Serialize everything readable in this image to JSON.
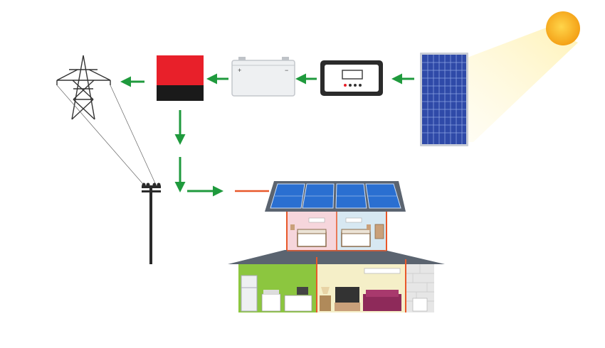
{
  "diagram": {
    "kind": "solar power system flow",
    "components": [
      {
        "id": "sun",
        "icon": "sun-icon"
      },
      {
        "id": "solar-panel",
        "icon": "solar-panel-icon"
      },
      {
        "id": "charge-controller",
        "icon": "charge-controller-icon"
      },
      {
        "id": "battery",
        "icon": "battery-icon"
      },
      {
        "id": "inverter",
        "icon": "inverter-icon"
      },
      {
        "id": "transmission-tower",
        "icon": "transmission-tower-icon"
      },
      {
        "id": "utility-pole",
        "icon": "utility-pole-icon"
      },
      {
        "id": "house",
        "icon": "house-icon"
      }
    ],
    "flows": [
      {
        "from": "solar-panel",
        "to": "charge-controller"
      },
      {
        "from": "charge-controller",
        "to": "battery"
      },
      {
        "from": "battery",
        "to": "inverter"
      },
      {
        "from": "inverter",
        "to": "transmission-tower"
      },
      {
        "from": "inverter",
        "to": "utility-pole"
      },
      {
        "from": "utility-pole",
        "to": "house"
      }
    ],
    "battery_labels": {
      "positive": "+",
      "negative": "−"
    }
  },
  "colors": {
    "arrow": "#1f9a3d",
    "inverter_top": "#e8202a",
    "inverter_bottom": "#1a1a1a",
    "panel": "#2f4aa8",
    "sun": "#f6b21a",
    "wire": "#e8582a",
    "roof_panel": "#2a6fd1"
  }
}
